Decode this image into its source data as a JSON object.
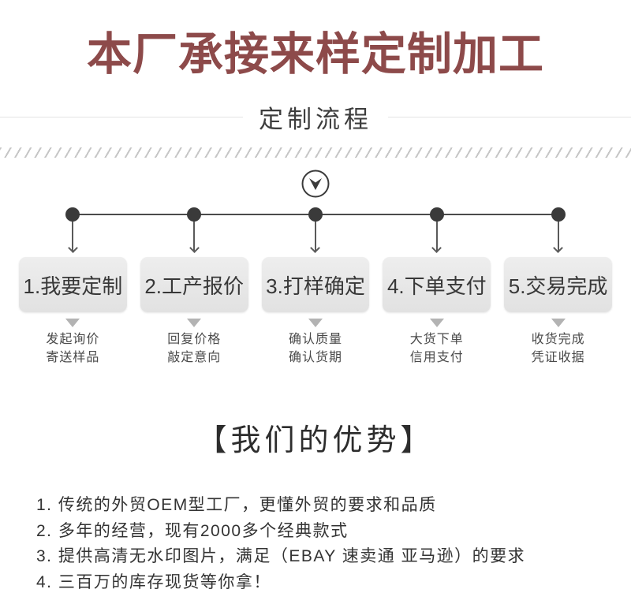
{
  "header": {
    "title": "本厂承接来样定制加工",
    "section_title": "定制流程"
  },
  "flow": {
    "start_icon": "chevron-down-circle-icon",
    "steps": [
      {
        "label": "1.我要定制",
        "sub_lines": [
          "发起询价",
          "寄送样品"
        ]
      },
      {
        "label": "2.工产报价",
        "sub_lines": [
          "回复价格",
          "敲定意向"
        ]
      },
      {
        "label": "3.打样确定",
        "sub_lines": [
          "确认质量",
          "确认货期"
        ]
      },
      {
        "label": "4.下单支付",
        "sub_lines": [
          "大货下单",
          "信用支付"
        ]
      },
      {
        "label": "5.交易完成",
        "sub_lines": [
          "收货完成",
          "凭证收据"
        ]
      }
    ]
  },
  "advantages": {
    "heading": "【我们的优势】",
    "items": [
      "1. 传统的外贸OEM型工厂，更懂外贸的要求和品质",
      "2. 多年的经营，现有2000多个经典款式",
      "3. 提供高清无水印图片，满足（EBAY 速卖通 亚马逊）的要求",
      "4. 三百万的库存现货等你拿！"
    ]
  },
  "colors": {
    "title_accent": "#8d4a4a",
    "section_text": "#3d3d3d",
    "body_text": "#333333",
    "box_bg": "#e8e8e8",
    "flow_line": "#4a4a4a",
    "hatch": "#c6c6c6",
    "triangle": "#b3b3b3"
  }
}
